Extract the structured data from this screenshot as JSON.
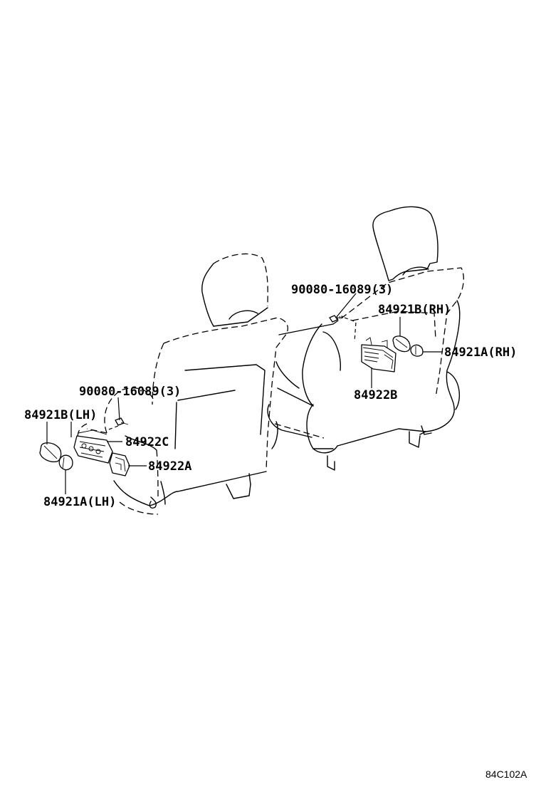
{
  "diagram": {
    "labels": {
      "bolt_rh": "90080-16089(3)",
      "cover_b_rh": "84921B(RH)",
      "cover_a_rh": "84921A(RH)",
      "switch_b": "84922B",
      "bolt_lh": "90080-16089(3)",
      "cover_b_lh": "84921B(LH)",
      "switch_c": "84922C",
      "switch_a": "84922A",
      "cover_a_lh": "84921A(LH)"
    },
    "figure_code": "84C102A"
  }
}
